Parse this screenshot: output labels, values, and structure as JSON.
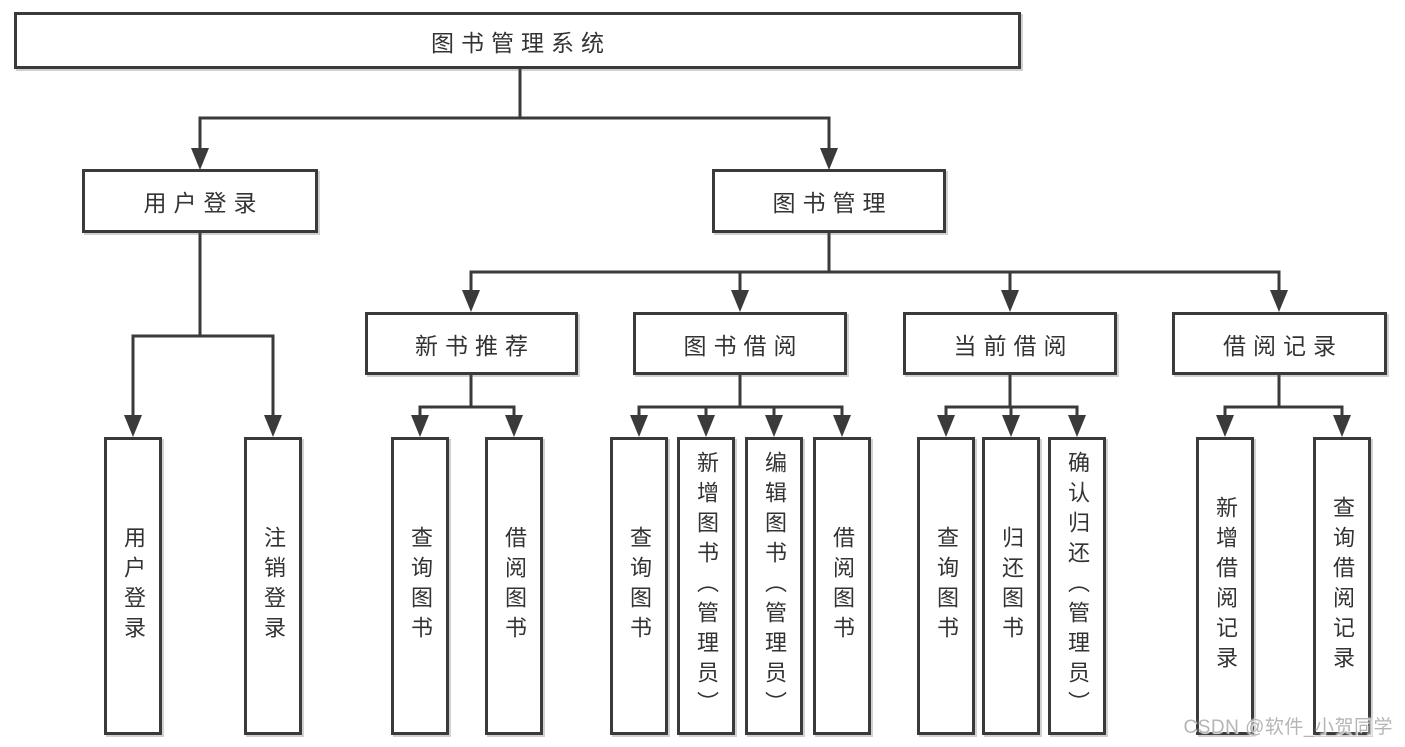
{
  "diagram_type": "hierarchy-tree",
  "colors": {
    "background": "#ffffff",
    "line": "#3a3a3a",
    "box_border": "#3a3a3a",
    "text": "#333333",
    "watermark": "#b5b5b5"
  },
  "tree": {
    "label": "图书管理系统",
    "children": [
      {
        "label": "用户登录",
        "children": [
          {
            "label": "用户登录"
          },
          {
            "label": "注销登录"
          }
        ]
      },
      {
        "label": "图书管理",
        "children": [
          {
            "label": "新书推荐",
            "children": [
              {
                "label": "查询图书"
              },
              {
                "label": "借阅图书"
              }
            ]
          },
          {
            "label": "图书借阅",
            "children": [
              {
                "label": "查询图书"
              },
              {
                "label": "新增图书（管理员）"
              },
              {
                "label": "编辑图书（管理员）"
              },
              {
                "label": "借阅图书"
              }
            ]
          },
          {
            "label": "当前借阅",
            "children": [
              {
                "label": "查询图书"
              },
              {
                "label": "归还图书"
              },
              {
                "label": "确认归还（管理员）"
              }
            ]
          },
          {
            "label": "借阅记录",
            "children": [
              {
                "label": "新增借阅记录"
              },
              {
                "label": "查询借阅记录"
              }
            ]
          }
        ]
      }
    ]
  },
  "watermark": {
    "text": "CSDN @软件_小贺同学"
  }
}
